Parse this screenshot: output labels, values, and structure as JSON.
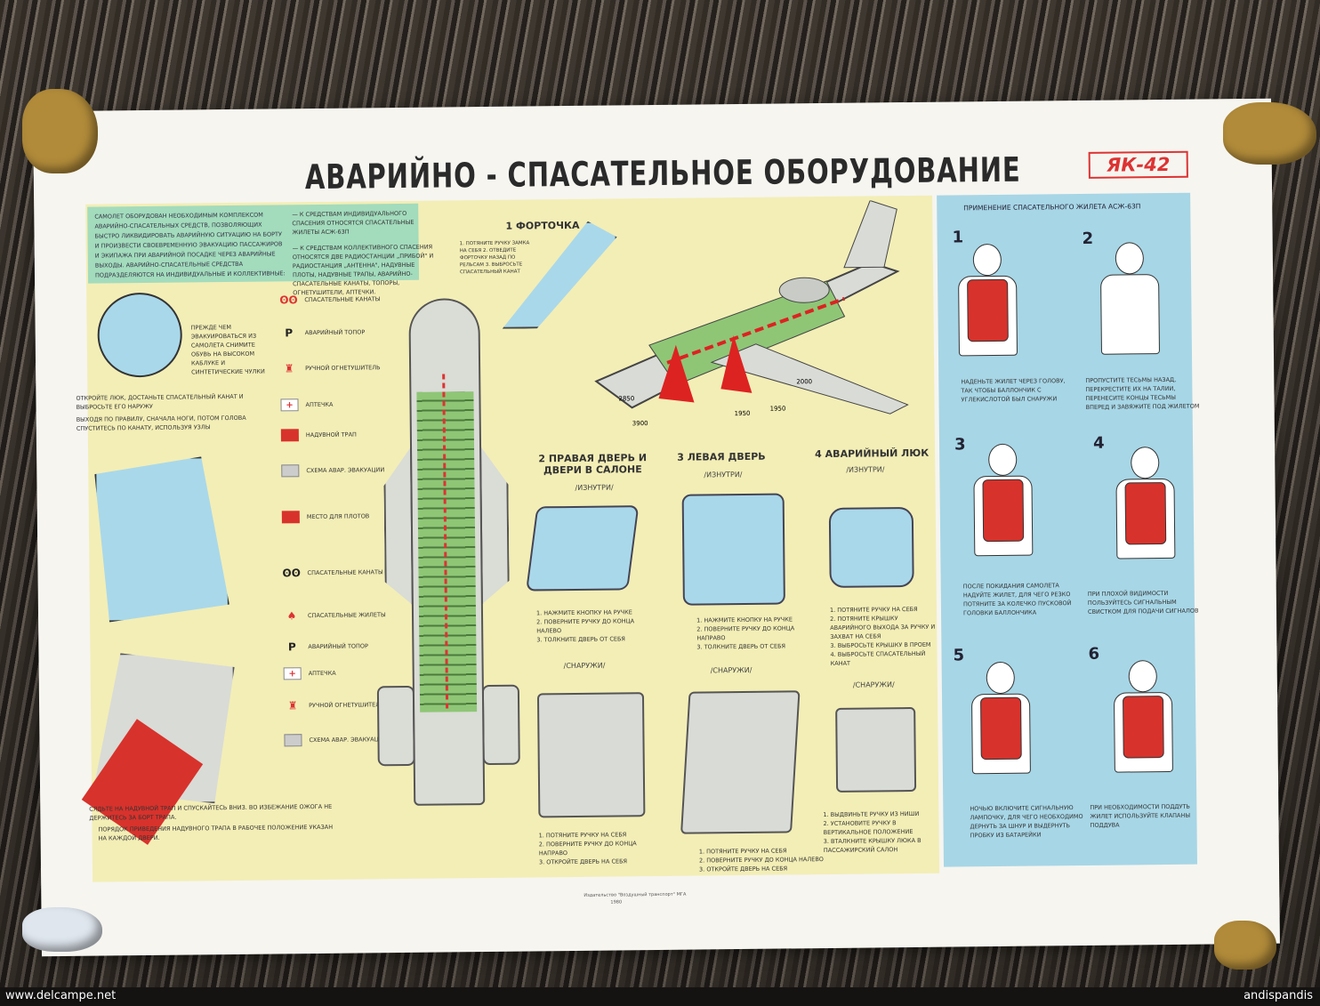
{
  "poster": {
    "title": "АВАРИЙНО - СПАСАТЕЛЬНОЕ ОБОРУДОВАНИЕ",
    "aircraft": "ЯК-42",
    "intro_left": "Самолет оборудован необходимым комплексом аварийно-спасательных средств, позволяющих быстро ликвидировать аварийную ситуацию на борту и произвести своевременную эвакуацию пассажиров и экипажа при аварийной посадке через аварийные выходы. Аварийно-спасательные средства подразделяются на индивидуальные и коллективные:",
    "intro_right_1": "— к средствам индивидуального спасения относятся спасательные жилеты АСЖ-63П",
    "intro_right_2": "— к средствам коллективного спасения относятся две радиостанции „Прибой\" и радиостанция „Антенна\", надувные плоты, надувные трапы, аварийно-спасательные канаты, топоры, огнетушители, аптечки.",
    "shoes_note": "Прежде чем эвакуироваться из самолета снимите обувь на высоком каблуке и синтетические чулки",
    "hatch_note": "Откройте люк, достаньте спасательный канат и выбросьте его наружу",
    "rope_note": "Выходя по правилу, сначала ноги, потом голова спуститесь по канату, используя узлы",
    "slide_note": "Сядьте на надувной трап и спускайтесь вниз. Во избежание ожога не держитесь за борт трапа.",
    "slide_note_2": "Порядок приведения надувного трапа в рабочее положение указан на каждой двери.",
    "legend_top": [
      "Спасательные канаты",
      "Аварийный топор",
      "Ручной огнетушитель",
      "Аптечка",
      "Надувной трап",
      "Схема авар. эвакуации",
      "Место для плотов"
    ],
    "legend_bottom": [
      "Спасательные канаты",
      "Спасательные жилеты",
      "Аварийный топор",
      "Аптечка",
      "Ручной огнетушитель",
      "Схема авар. эвакуации"
    ],
    "fortochka": {
      "title": "1 ФОРТОЧКА",
      "steps": "1. Потяните ручку замка на себя 2. Отведите форточку назад по рельсам 3. Выбросьте спасательный канат"
    },
    "dims": [
      "2850",
      "1950",
      "3900",
      "1950",
      "2000"
    ],
    "sections": [
      {
        "title": "2 ПРАВАЯ ДВЕРЬ И ДВЕРИ В САЛОНЕ",
        "inside": "/ИЗНУТРИ/",
        "inside_steps": [
          "1. Нажмите кнопку на ручке",
          "2. Поверните ручку до конца налево",
          "3. Толкните дверь от себя"
        ],
        "outside": "/СНАРУЖИ/",
        "outside_steps": [
          "1. Потяните ручку на себя",
          "2. Поверните ручку до конца направо",
          "3. Откройте дверь на себя"
        ]
      },
      {
        "title": "3 ЛЕВАЯ ДВЕРЬ",
        "inside": "/ИЗНУТРИ/",
        "inside_steps": [
          "1. Нажмите кнопку на ручке",
          "2. Поверните ручку до конца направо",
          "3. Толкните дверь от себя"
        ],
        "outside": "/СНАРУЖИ/",
        "outside_steps": [
          "1. Потяните ручку на себя",
          "2. Поверните ручку до конца налево",
          "3. Откройте дверь на себя"
        ]
      },
      {
        "title": "4 АВАРИЙНЫЙ ЛЮК",
        "inside": "/ИЗНУТРИ/",
        "inside_steps": [
          "1. Потяните ручку на себя",
          "2. Потяните крышку аварийного выхода за ручку и захват на себя",
          "3. Выбросьте крышку в проем",
          "4. Выбросьте спасательный канат"
        ],
        "outside": "/СНАРУЖИ/",
        "outside_steps": [
          "1. Выдвиньте ручку из ниши",
          "2. Установите ручку в вертикальное положение",
          "3. Вталкните крышку люка в пассажирский салон"
        ]
      }
    ],
    "vest": {
      "title": "ПРИМЕНЕНИЕ СПАСАТЕЛЬНОГО ЖИЛЕТА АСЖ-63П",
      "steps": [
        {
          "n": "1",
          "text": "Наденьте жилет через голову, так чтобы баллончик с углекислотой был снаружи"
        },
        {
          "n": "2",
          "text": "Пропустите тесьмы назад, перекрестите их на талии, перенесите концы тесьмы вперед и завяжите под жилетом"
        },
        {
          "n": "3",
          "text": "После покидания самолета надуйте жилет, для чего резко потяните за колечко пусковой головки баллончика"
        },
        {
          "n": "4",
          "text": "При плохой видимости пользуйтесь сигнальным свистком для подачи сигналов"
        },
        {
          "n": "5",
          "text": "Ночью включите сигнальную лампочку, для чего необходимо дернуть за шнур и выдернуть пробку из батарейки"
        },
        {
          "n": "6",
          "text": "При необходимости поддуть жилет используйте клапаны поддува"
        }
      ]
    },
    "publisher": "Издательство \"Воздушный транспорт\" МГА",
    "year": "1980"
  },
  "watermarks": {
    "left": "www.delcampe.net",
    "right": "andispandis"
  },
  "colors": {
    "red": "#d8322c",
    "yellow": "#f3eeb6",
    "blue": "#a7d6e6",
    "green": "#a3dbbd"
  }
}
